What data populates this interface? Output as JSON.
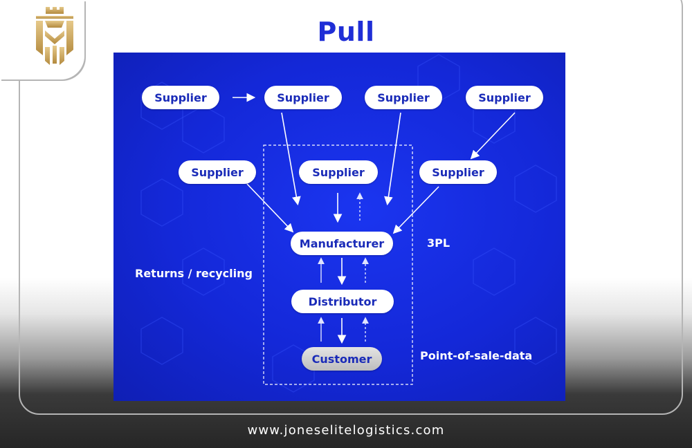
{
  "title": "Pull",
  "nodes": {
    "supplier_1": "Supplier",
    "supplier_2": "Supplier",
    "supplier_3": "Supplier",
    "supplier_4": "Supplier",
    "supplier_5": "Supplier",
    "supplier_6": "Supplier",
    "supplier_7": "Supplier",
    "manufacturer": "Manufacturer",
    "distributor": "Distributor",
    "customer": "Customer"
  },
  "labels": {
    "three_pl": "3PL",
    "returns": "Returns / recycling",
    "pos": "Point-of-sale-data"
  },
  "website": "www.joneselitelogistics.com",
  "colors": {
    "title": "#1f2ed6",
    "diagram_bg": "#1428d8",
    "node_text": "#1a2bb8",
    "logo_gold": "#c9a55a"
  }
}
